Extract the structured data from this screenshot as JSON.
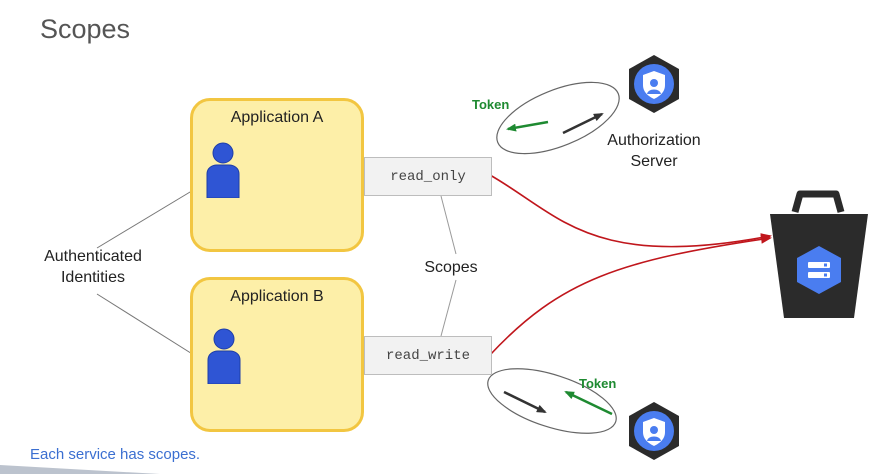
{
  "slide": {
    "title": "Scopes",
    "footer": "Each service has scopes."
  },
  "apps": [
    {
      "label": "Application A",
      "scope": "read_only"
    },
    {
      "label": "Application B",
      "scope": "read_write"
    }
  ],
  "labels": {
    "identities": "Authenticated Identities",
    "scopes": "Scopes",
    "token": "Token",
    "auth_server": "Authorization Server"
  },
  "icons": [
    "person-icon",
    "authorization-server-icon",
    "storage-bucket-icon"
  ],
  "colors": {
    "app_fill": "#fdefa8",
    "app_border": "#f2c641",
    "person": "#2f55d4",
    "hexagon": "#2b2b2b",
    "token": "#1e8a31",
    "request_line": "#c0161c",
    "bucket": "#2b2b2b",
    "footer": "#3b6fd1"
  }
}
